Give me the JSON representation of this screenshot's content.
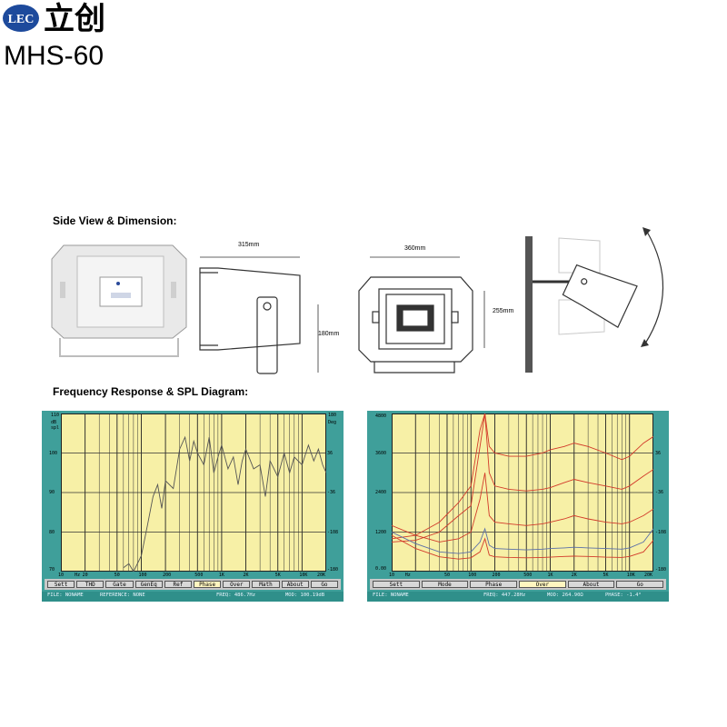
{
  "header": {
    "logo_text": "LEC",
    "brand": "立创",
    "model": "MHS-60"
  },
  "sections": {
    "side_view": "Side View & Dimension:",
    "frequency": "Frequency Response & SPL Diagram:"
  },
  "dimensions": {
    "depth": "315mm",
    "height_bracket": "180mm",
    "width": "360mm",
    "height": "255mm"
  },
  "colors": {
    "panel": "#3f9f9a",
    "plot_bg": "#f7f0a6",
    "response_line": "#555555",
    "curve_red": "#d23a2a",
    "curve_blue": "#5a6fa8"
  },
  "left_chart": {
    "top_left_axis": [
      "110",
      "dB",
      "spl"
    ],
    "top_right_axis": [
      "180",
      "Deg"
    ],
    "y_left": [
      "100",
      "90",
      "80",
      "70"
    ],
    "y_right": [
      "36",
      "-36",
      "-108",
      "-180"
    ],
    "x_ticks": [
      "10",
      "Hz",
      "20",
      "50",
      "100",
      "200",
      "500",
      "1K",
      "2K",
      "5K",
      "10K",
      "20K"
    ],
    "buttons": [
      "Sett",
      "THD",
      "Gate",
      "GenEq",
      "Ref",
      "Phase",
      "Over",
      "Math",
      "About",
      "Go"
    ],
    "status": {
      "file": "FILE: NONAME",
      "reference": "REFERENCE: NONE",
      "freq": "FREQ: 486.7Hz",
      "mod": "MOD: 100.19dB"
    }
  },
  "right_chart": {
    "y_left": [
      "4800",
      "3600",
      "2400",
      "1200",
      "0.00"
    ],
    "y_right": [
      "36",
      "-36",
      "-108",
      "-180"
    ],
    "x_ticks": [
      "10",
      "Hz",
      "50",
      "100",
      "200",
      "500",
      "1K",
      "2K",
      "5K",
      "10K",
      "20K"
    ],
    "buttons": [
      "Sett",
      "Mode",
      "Phase",
      "Over",
      "About",
      "Go"
    ],
    "status": {
      "file": "FILE: NONAME",
      "freq": "FREQ: 447.28Hz",
      "mod": "MOD: 264.90Ω",
      "phase": "PHASE: -1.4°"
    }
  },
  "chart_data": [
    {
      "type": "line",
      "xscale": "log",
      "xlim": [
        10,
        20000
      ],
      "ylim": [
        70,
        110
      ],
      "series": [
        {
          "x": [
            60,
            70,
            80,
            100,
            120,
            140,
            160,
            180,
            200,
            250,
            300,
            350,
            400,
            450,
            500,
            600,
            700,
            800,
            900,
            1000,
            1200,
            1400,
            1600,
            1800,
            2000,
            2500,
            3000,
            3500,
            4000,
            5000,
            6000,
            7000,
            8000,
            10000,
            12000,
            14000,
            16000,
            18000,
            20000
          ],
          "y": [
            71,
            72,
            70,
            74,
            82,
            89,
            92,
            86,
            93,
            91,
            101,
            104,
            98,
            103,
            100,
            97,
            104,
            95,
            99,
            102,
            96,
            99,
            92,
            98,
            101,
            96,
            97,
            89,
            98,
            94,
            100,
            95,
            99,
            97,
            102,
            98,
            101,
            97,
            95
          ]
        }
      ]
    },
    {
      "type": "line",
      "xscale": "log",
      "xlim": [
        10,
        20000
      ],
      "ylim": [
        0,
        4800
      ],
      "series": [
        {
          "x": [
            10,
            20,
            40,
            70,
            100,
            130,
            150,
            170,
            200,
            300,
            500,
            800,
            1000,
            1500,
            2000,
            3000,
            5000,
            8000,
            10000,
            15000,
            20000
          ],
          "y": [
            1000,
            1100,
            1500,
            2100,
            2600,
            4300,
            4800,
            3800,
            3600,
            3500,
            3500,
            3600,
            3700,
            3800,
            3900,
            3800,
            3600,
            3400,
            3500,
            3900,
            4100
          ]
        },
        {
          "x": [
            10,
            20,
            40,
            70,
            100,
            130,
            150,
            170,
            200,
            300,
            500,
            800,
            1000,
            1500,
            2000,
            3000,
            5000,
            8000,
            10000,
            15000,
            20000
          ],
          "y": [
            900,
            950,
            1200,
            1700,
            2000,
            3800,
            4800,
            3000,
            2600,
            2500,
            2450,
            2500,
            2550,
            2700,
            2800,
            2700,
            2600,
            2500,
            2600,
            2900,
            3100
          ]
        },
        {
          "x": [
            10,
            20,
            40,
            70,
            100,
            130,
            150,
            170,
            200,
            300,
            500,
            800,
            1000,
            1500,
            2000,
            3000,
            5000,
            8000,
            10000,
            15000,
            20000
          ],
          "y": [
            1400,
            1100,
            900,
            1000,
            1200,
            2200,
            3000,
            1700,
            1500,
            1450,
            1400,
            1450,
            1500,
            1600,
            1700,
            1600,
            1500,
            1450,
            1500,
            1700,
            1900
          ]
        },
        {
          "x": [
            10,
            20,
            40,
            70,
            100,
            130,
            150,
            170,
            200,
            300,
            500,
            800,
            1000,
            1500,
            2000,
            3000,
            5000,
            8000,
            10000,
            15000,
            20000
          ],
          "y": [
            1200,
            850,
            600,
            550,
            600,
            900,
            1300,
            800,
            700,
            680,
            660,
            680,
            700,
            720,
            740,
            720,
            700,
            680,
            720,
            900,
            1300
          ]
        },
        {
          "x": [
            10,
            20,
            40,
            70,
            100,
            130,
            150,
            170,
            200,
            300,
            500,
            800,
            1000,
            1500,
            2000,
            3000,
            5000,
            8000,
            10000,
            15000,
            20000
          ],
          "y": [
            1100,
            700,
            450,
            380,
            420,
            600,
            1000,
            500,
            450,
            430,
            420,
            430,
            440,
            460,
            470,
            460,
            440,
            430,
            460,
            600,
            950
          ]
        }
      ]
    }
  ]
}
